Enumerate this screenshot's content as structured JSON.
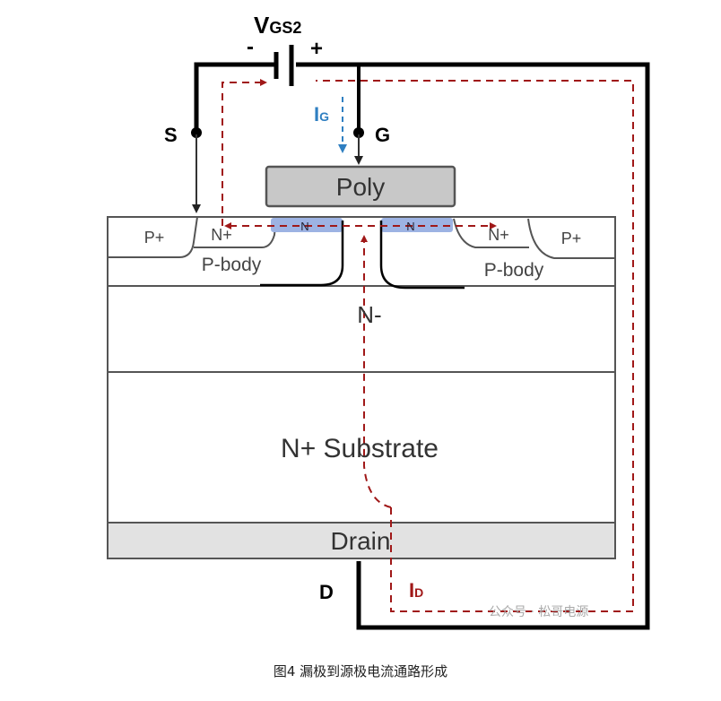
{
  "figure": {
    "voltage_label_main": "V",
    "voltage_label_sub": "GS2",
    "minus": "-",
    "plus": "+",
    "terminal_source": "S",
    "terminal_gate": "G",
    "terminal_drain": "D",
    "gate_current_main": "I",
    "gate_current_sub": "G",
    "drain_current_main": "I",
    "drain_current_sub": "D",
    "regions": {
      "poly": "Poly",
      "p_plus_left": "P+",
      "n_plus_left": "N+",
      "n_channel_left": "N",
      "n_channel_right": "N",
      "n_plus_right": "N+",
      "p_plus_right": "P+",
      "p_body_left": "P-body",
      "p_body_right": "P-body",
      "n_minus": "N-",
      "n_plus_substrate": "N+ Substrate",
      "drain": "Drain"
    },
    "colors": {
      "wire": "#000000",
      "current_path": "#a01818",
      "gate_current": "#2f7fc1",
      "channel": "#9db3e3",
      "poly": "#c8c8c8",
      "drain_layer": "#e2e2e2",
      "outline": "#555555"
    }
  },
  "watermark": "公众号 · 松哥电源",
  "caption": "图4   漏极到源极电流通路形成"
}
